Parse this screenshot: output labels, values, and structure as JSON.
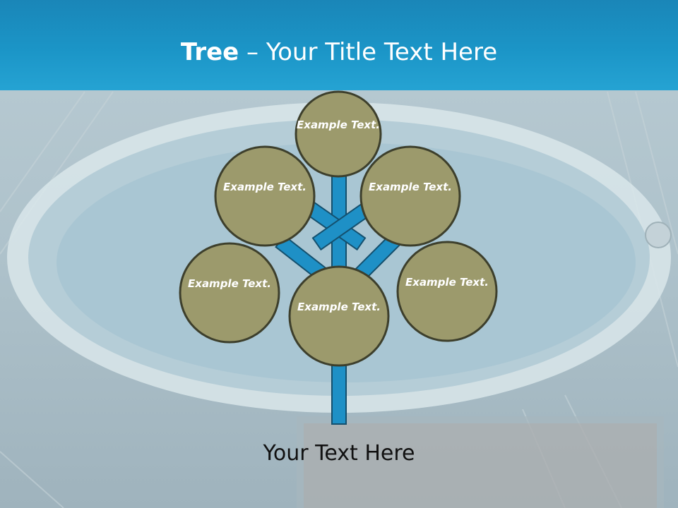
{
  "title": {
    "bold": "Tree",
    "dash": " – ",
    "rest": "Your Title Text Here"
  },
  "nodes": [
    {
      "label": "Example Text."
    },
    {
      "label": "Example Text."
    },
    {
      "label": "Example Text."
    },
    {
      "label": "Example Text."
    },
    {
      "label": "Example Text."
    },
    {
      "label": "Example Text."
    }
  ],
  "caption": "Your Text Here",
  "colors": {
    "header": "#1b95c7",
    "node_fill": "#9c9a6c",
    "node_stroke": "#3d3f2c",
    "branch_fill": "#1e90c6",
    "branch_stroke": "#14506e"
  }
}
